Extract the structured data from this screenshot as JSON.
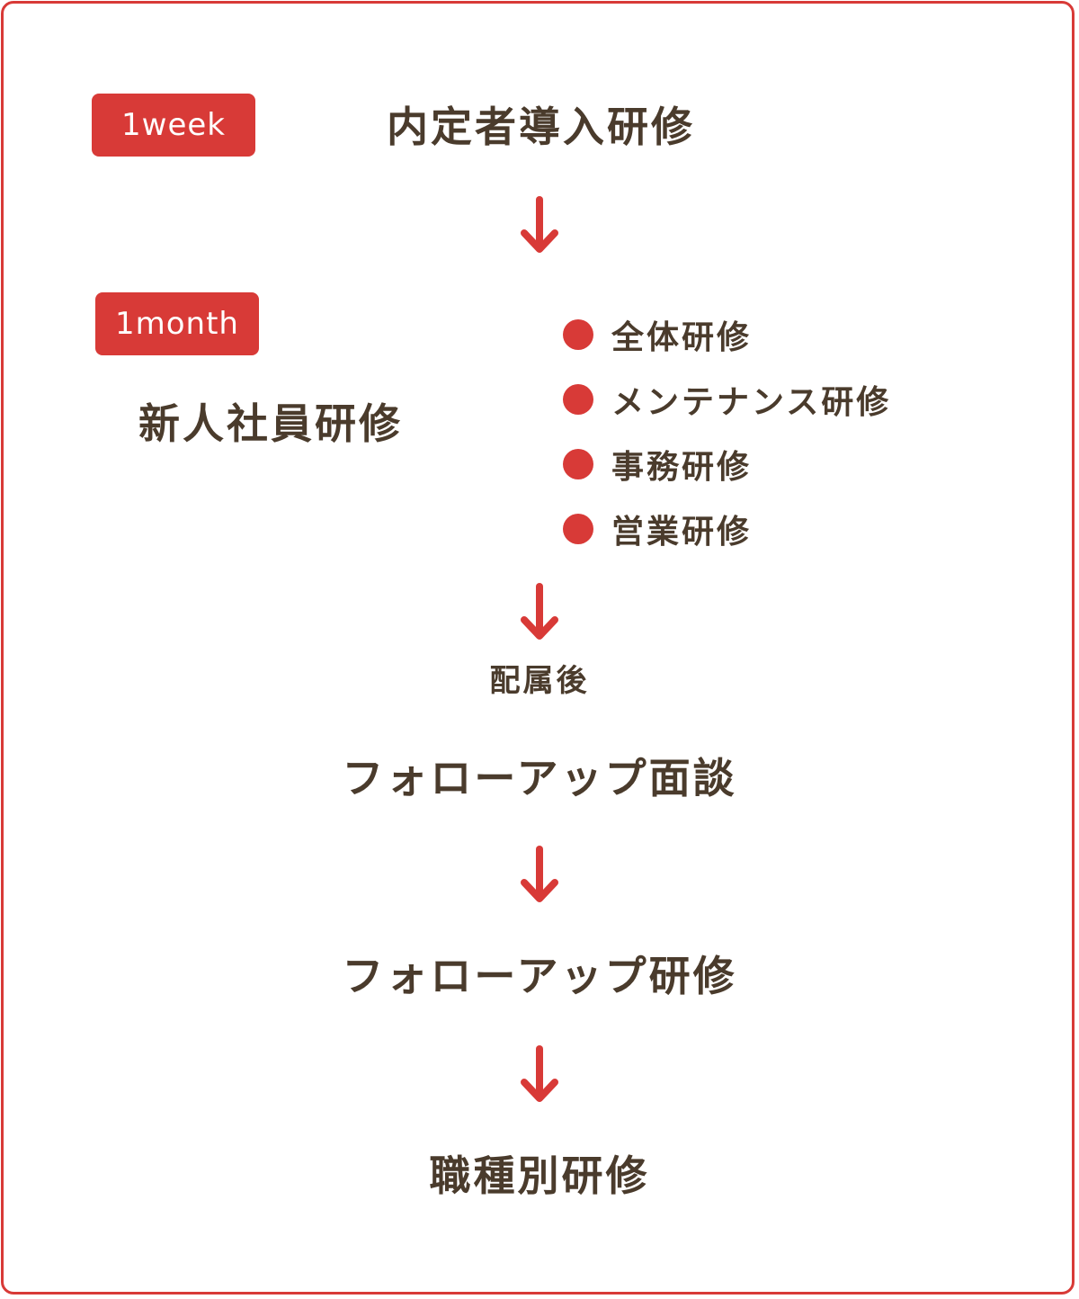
{
  "badges": {
    "week": "1week",
    "month": "1month"
  },
  "steps": {
    "intro": "内定者導入研修",
    "new_employee": "新人社員研修",
    "after_assignment": "配属後",
    "follow_up_interview": "フォローアップ面談",
    "follow_up_training": "フォローアップ研修",
    "job_specific": "職種別研修"
  },
  "sub_trainings": [
    "全体研修",
    "メンテナンス研修",
    "事務研修",
    "営業研修"
  ],
  "colors": {
    "accent": "#d83a37",
    "text": "#4a3b2c"
  },
  "icons": {
    "arrow": "arrow-down-icon",
    "bullet": "bullet-dot-icon"
  }
}
